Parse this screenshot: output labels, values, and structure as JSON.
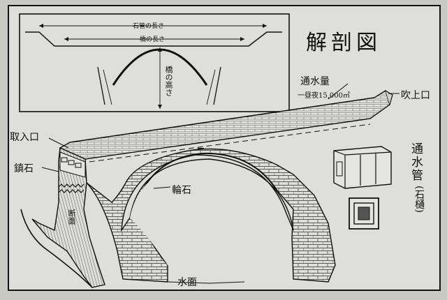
{
  "title": "解剖図",
  "inset": {
    "pipe_length": "石管の長さ",
    "bridge_length": "橋の長さ",
    "bridge_height": "橋の高さ"
  },
  "labels": {
    "flow_volume": "通水量",
    "flow_rate": "一昼夜15,000㎥",
    "outlet": "吹上口",
    "intake": "取入口",
    "keystone": "鎮石",
    "voussoir": "輪石",
    "cross_section": "断面",
    "water_surface": "水面",
    "water_pipe": "通水管",
    "stone_gutter": "(石樋)"
  },
  "colors": {
    "board": "#c9c9c4",
    "panel": "#dededa",
    "ink": "#111111"
  }
}
